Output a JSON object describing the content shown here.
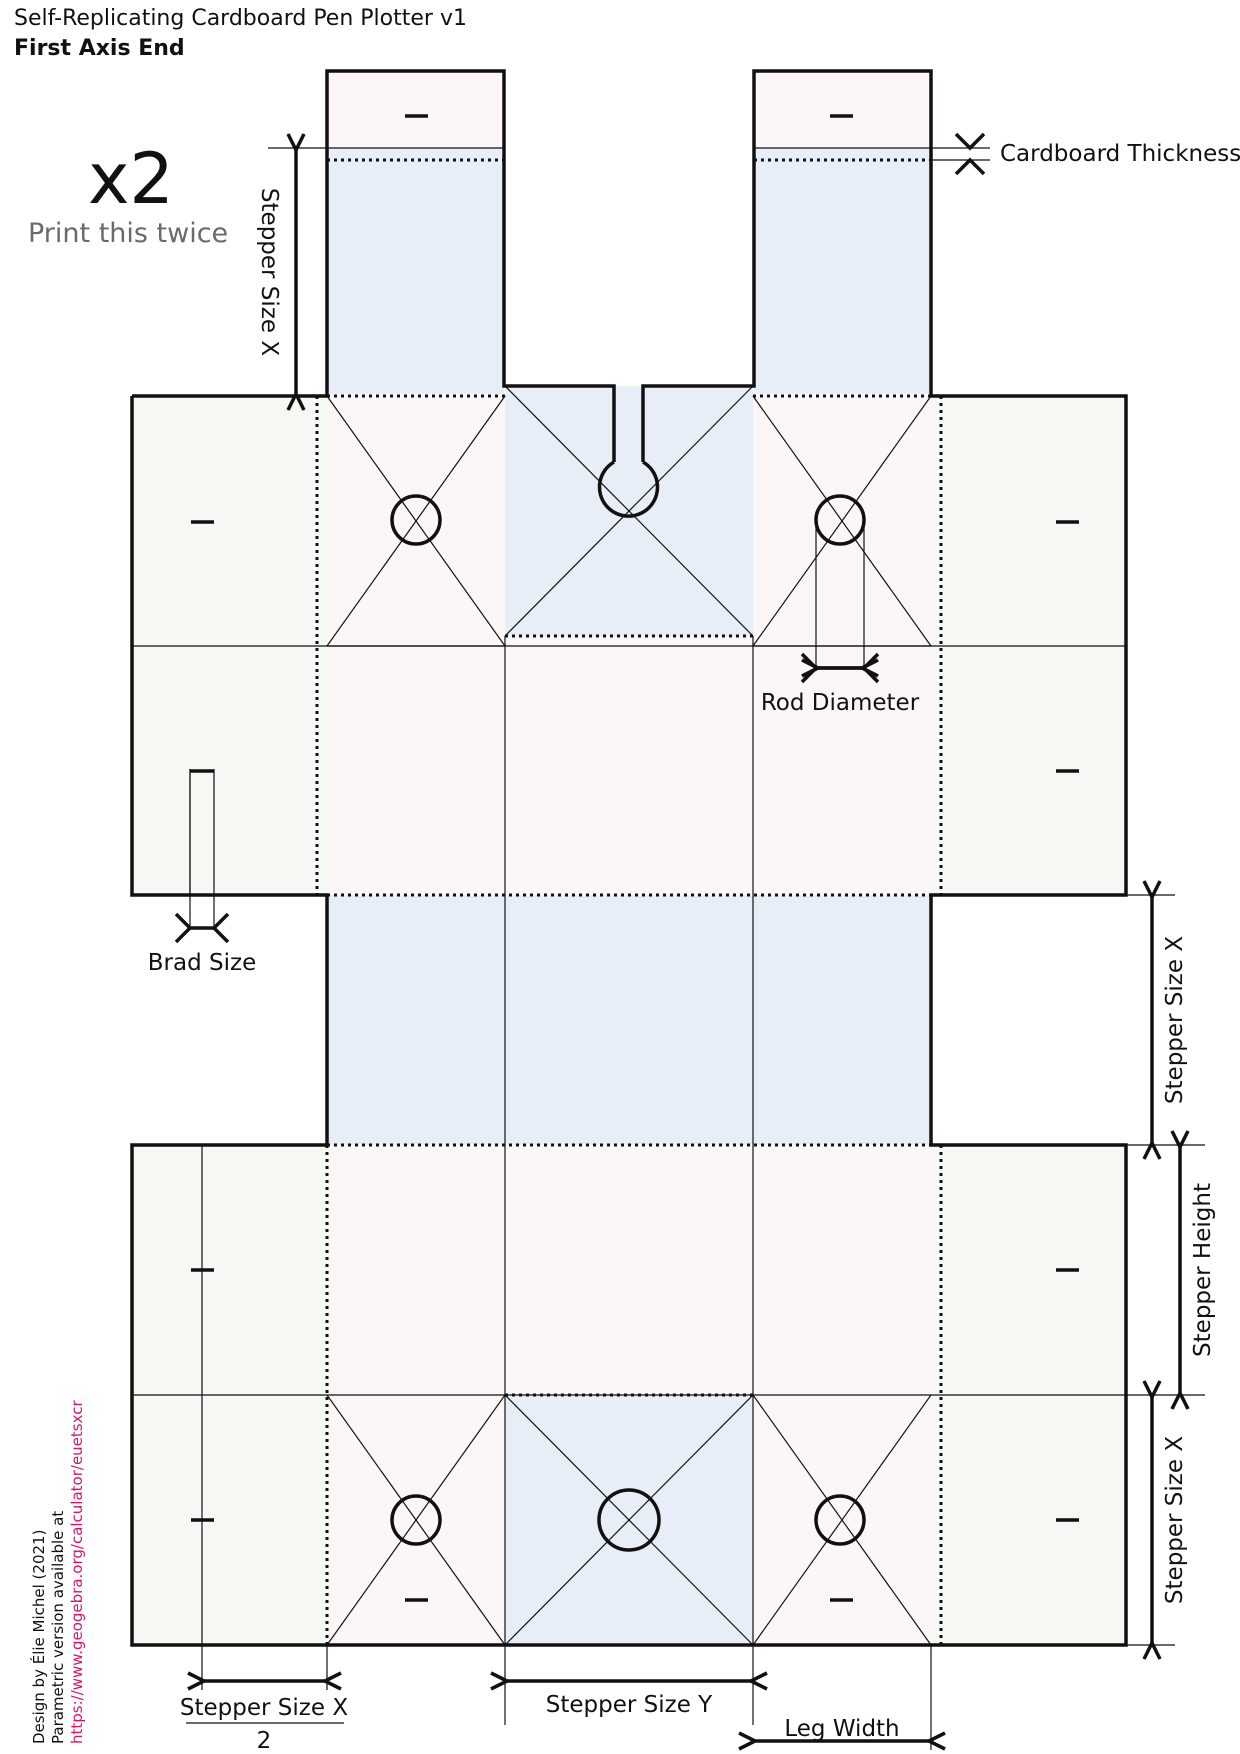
{
  "header": {
    "title": "Self-Replicating Cardboard Pen Plotter v1",
    "subtitle": "First Axis End"
  },
  "copies": {
    "multiplier": "x2",
    "note": "Print this twice"
  },
  "dimensions": {
    "cardboard_thickness": "Cardboard Thickness",
    "stepper_size_x": "Stepper Size X",
    "stepper_size_y": "Stepper Size Y",
    "stepper_height": "Stepper Height",
    "rod_diameter": "Rod Diameter",
    "brad_size": "Brad Size",
    "leg_width": "Leg Width",
    "half_denominator": "2"
  },
  "credits": {
    "author": "Design by Élie Michel (2021)",
    "parametric_note": "Parametric version available at",
    "url": "https://www.geogebra.org/calculator/euetsxcr"
  },
  "colors": {
    "pink_fill": "#fcf7f6",
    "blue_fill": "#e7eef8",
    "green_fill": "#f5f8f3",
    "link": "#d6156b",
    "outline": "#111111"
  }
}
